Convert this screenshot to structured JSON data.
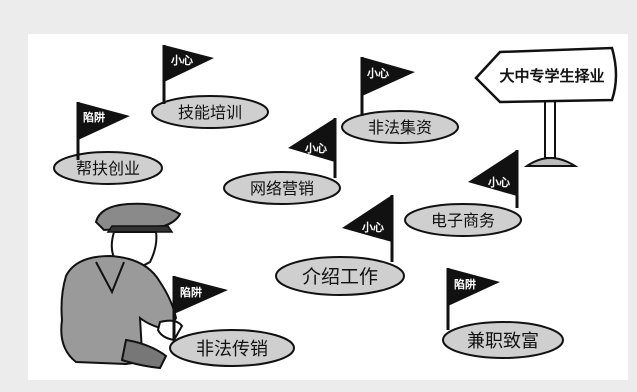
{
  "signpost": {
    "label": "大中专学生择业"
  },
  "items": [
    {
      "id": "jineng",
      "flag": "小心",
      "pad": "技能培训"
    },
    {
      "id": "feifa-ji",
      "flag": "小心",
      "pad": "非法集资"
    },
    {
      "id": "bangfu",
      "flag": "陷阱",
      "pad": "帮扶创业"
    },
    {
      "id": "wangluo",
      "flag": "小心",
      "pad": "网络营销"
    },
    {
      "id": "dianzi",
      "flag": "小心",
      "pad": "电子商务"
    },
    {
      "id": "jieshao",
      "flag": "小心",
      "pad": "介绍工作"
    },
    {
      "id": "feifa-cx",
      "flag": "陷阱",
      "pad": "非法传销"
    },
    {
      "id": "jianzhi",
      "flag": "陷阱",
      "pad": "兼职致富"
    }
  ]
}
